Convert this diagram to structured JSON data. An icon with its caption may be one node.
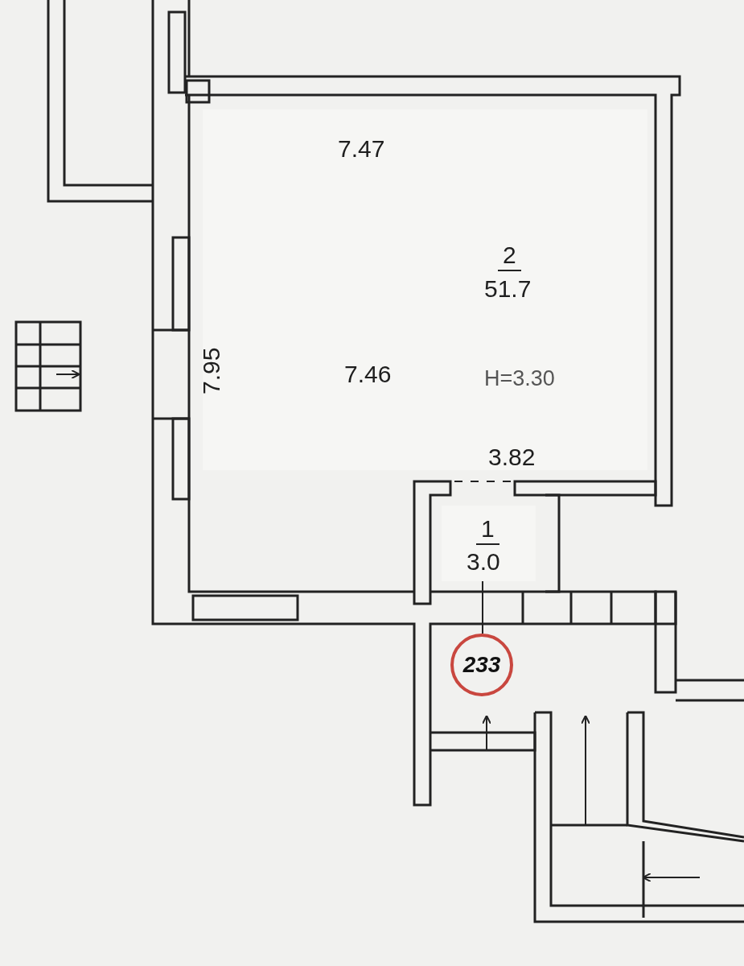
{
  "diagram": {
    "nodes": [
      {
        "text": [
          "2",
          "51.7",
          "H=3.30"
        ]
      },
      {
        "text": [
          "1",
          "3.0"
        ]
      },
      {
        "text": [
          "233"
        ]
      }
    ],
    "edges": [
      {
        "from": 1,
        "to": 2,
        "arrow": "none"
      }
    ],
    "labels": [
      "7.47",
      "7.95",
      "7.46",
      "3.82"
    ]
  }
}
